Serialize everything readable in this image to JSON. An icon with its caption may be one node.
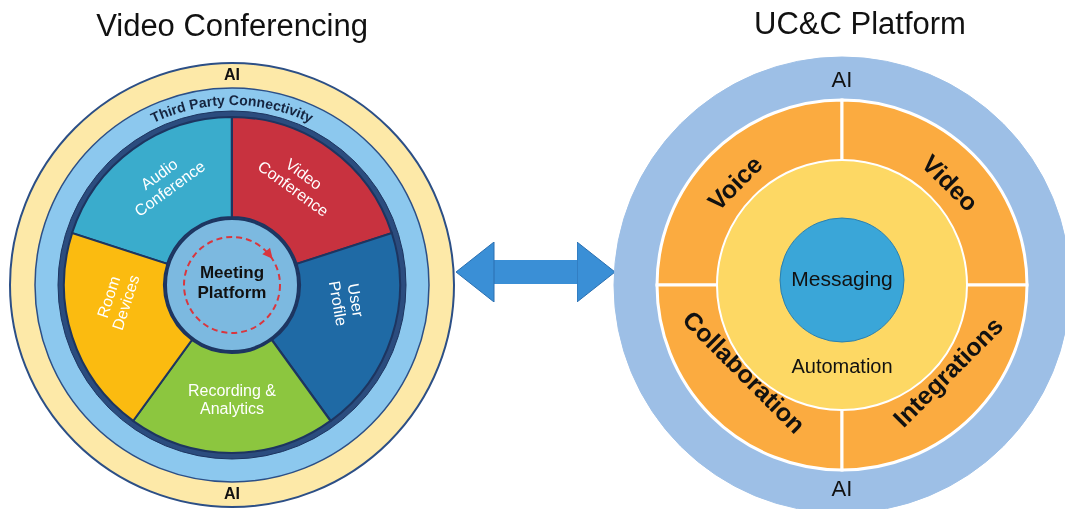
{
  "diagram": {
    "nodes": [
      {
        "text": [
          "Video Conferencing",
          "AI",
          "AI"
        ]
      },
      {
        "text": [
          "Third Party Connectivity"
        ],
        "in": 0
      },
      {
        "text": [
          "Audio Conference"
        ],
        "in": 1
      },
      {
        "text": [
          "Video Conference"
        ],
        "in": 1
      },
      {
        "text": [
          "User Profile"
        ],
        "in": 1
      },
      {
        "text": [
          "Recording & Analytics"
        ],
        "in": 1
      },
      {
        "text": [
          "Room Devices"
        ],
        "in": 1
      },
      {
        "text": [
          "Meeting Platform"
        ],
        "in": 1
      },
      {
        "text": [
          "UC&C Platform",
          "AI",
          "AI"
        ]
      },
      {
        "text": [
          "Voice"
        ],
        "in": 8
      },
      {
        "text": [
          "Video"
        ],
        "in": 8
      },
      {
        "text": [
          "Collaboration"
        ],
        "in": 8
      },
      {
        "text": [
          "Integrations"
        ],
        "in": 8
      },
      {
        "text": [
          "Automation"
        ],
        "in": 8
      },
      {
        "text": [
          "Messaging"
        ],
        "in": 13
      }
    ],
    "edges": [
      {
        "from": 0,
        "to": 8,
        "arrow": "both"
      }
    ]
  }
}
